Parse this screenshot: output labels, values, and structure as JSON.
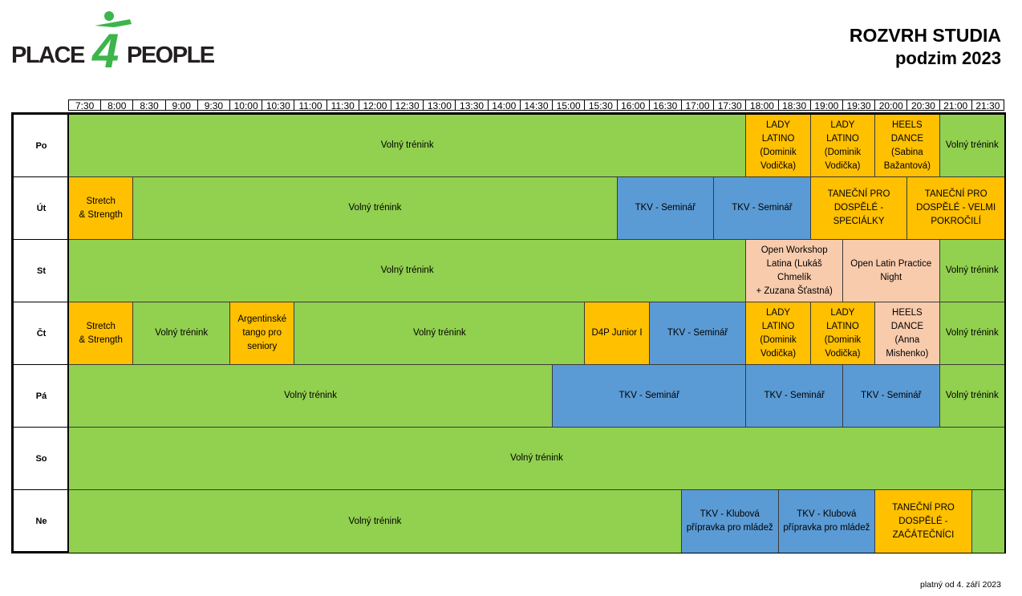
{
  "logo": {
    "text_left": "PLACE",
    "text_digit": "4",
    "text_right": "PEOPLE"
  },
  "header": {
    "title": "ROZVRH STUDIA",
    "subtitle": "podzim 2023"
  },
  "footer": {
    "valid_from": "platný od 4. září 2023"
  },
  "colors": {
    "green": "#92d050",
    "orange": "#ffc000",
    "blue": "#5b9bd5",
    "peach": "#f8cbad"
  },
  "times": [
    "7:30",
    "8:00",
    "8:30",
    "9:00",
    "9:30",
    "10:00",
    "10:30",
    "11:00",
    "11:30",
    "12:00",
    "12:30",
    "13:00",
    "13:30",
    "14:00",
    "14:30",
    "15:00",
    "15:30",
    "16:00",
    "16:30",
    "17:00",
    "17:30",
    "18:00",
    "18:30",
    "19:00",
    "19:30",
    "20:00",
    "20:30",
    "21:00",
    "21:30"
  ],
  "days": [
    {
      "name": "Po",
      "sessions": [
        {
          "label": "Volný trénink",
          "color": "green",
          "start": "7:30",
          "end": "18:00"
        },
        {
          "label": "LADY LATINO\n(Dominik\nVodička)",
          "color": "orange",
          "start": "18:00",
          "end": "19:00"
        },
        {
          "label": "LADY LATINO\n(Dominik\nVodička)",
          "color": "orange",
          "start": "19:00",
          "end": "20:00"
        },
        {
          "label": "HEELS DANCE\n(Sabina\nBažantová)",
          "color": "orange",
          "start": "20:00",
          "end": "21:00"
        },
        {
          "label": "Volný trénink",
          "color": "green",
          "start": "21:00",
          "end": "22:00"
        }
      ]
    },
    {
      "name": "Út",
      "sessions": [
        {
          "label": "Stretch\n& Strength",
          "color": "orange",
          "start": "7:30",
          "end": "8:30"
        },
        {
          "label": "Volný trénink",
          "color": "green",
          "start": "8:30",
          "end": "16:00"
        },
        {
          "label": "TKV - Seminář",
          "color": "blue",
          "start": "16:00",
          "end": "17:30"
        },
        {
          "label": "TKV - Seminář",
          "color": "blue",
          "start": "17:30",
          "end": "19:00"
        },
        {
          "label": "TANEČNÍ PRO\nDOSPĚLÉ - SPECIÁLKY",
          "color": "orange",
          "start": "19:00",
          "end": "20:30"
        },
        {
          "label": "TANEČNÍ PRO\nDOSPĚLÉ - VELMI\nPOKROČILÍ",
          "color": "orange",
          "start": "20:30",
          "end": "22:00"
        }
      ]
    },
    {
      "name": "St",
      "sessions": [
        {
          "label": "Volný trénink",
          "color": "green",
          "start": "7:30",
          "end": "18:00"
        },
        {
          "label": "Open Workshop\nLatina  (Lukáš Chmelík\n+ Zuzana Šťastná)",
          "color": "peach",
          "start": "18:00",
          "end": "19:30"
        },
        {
          "label": "Open Latin Practice\nNight",
          "color": "peach",
          "start": "19:30",
          "end": "21:00"
        },
        {
          "label": "Volný trénink",
          "color": "green",
          "start": "21:00",
          "end": "22:00"
        }
      ]
    },
    {
      "name": "Čt",
      "sessions": [
        {
          "label": "Stretch\n& Strength",
          "color": "orange",
          "start": "7:30",
          "end": "8:30"
        },
        {
          "label": "Volný trénink",
          "color": "green",
          "start": "8:30",
          "end": "10:00"
        },
        {
          "label": "Argentinské\ntango pro\nseniory",
          "color": "orange",
          "start": "10:00",
          "end": "11:00"
        },
        {
          "label": "Volný trénink",
          "color": "green",
          "start": "11:00",
          "end": "15:30"
        },
        {
          "label": "D4P Junior I",
          "color": "orange",
          "start": "15:30",
          "end": "16:30"
        },
        {
          "label": "TKV - Seminář",
          "color": "blue",
          "start": "16:30",
          "end": "18:00"
        },
        {
          "label": "LADY LATINO\n(Dominik\nVodička)",
          "color": "orange",
          "start": "18:00",
          "end": "19:00"
        },
        {
          "label": "LADY LATINO\n(Dominik\nVodička)",
          "color": "orange",
          "start": "19:00",
          "end": "20:00"
        },
        {
          "label": "HEELS DANCE\n(Anna\nMishenko)",
          "color": "peach",
          "start": "20:00",
          "end": "21:00"
        },
        {
          "label": "Volný trénink",
          "color": "green",
          "start": "21:00",
          "end": "22:00"
        }
      ]
    },
    {
      "name": "Pá",
      "sessions": [
        {
          "label": "Volný trénink",
          "color": "green",
          "start": "7:30",
          "end": "15:00"
        },
        {
          "label": "TKV - Seminář",
          "color": "blue",
          "start": "15:00",
          "end": "18:00"
        },
        {
          "label": "TKV - Seminář",
          "color": "blue",
          "start": "18:00",
          "end": "19:30"
        },
        {
          "label": "TKV - Seminář",
          "color": "blue",
          "start": "19:30",
          "end": "21:00"
        },
        {
          "label": "Volný trénink",
          "color": "green",
          "start": "21:00",
          "end": "22:00"
        }
      ]
    },
    {
      "name": "So",
      "sessions": [
        {
          "label": "Volný trénink",
          "color": "green",
          "start": "7:30",
          "end": "22:00"
        }
      ]
    },
    {
      "name": "Ne",
      "sessions": [
        {
          "label": "Volný trénink",
          "color": "green",
          "start": "7:30",
          "end": "17:00"
        },
        {
          "label": "TKV - Klubová\npřípravka pro mládež",
          "color": "blue",
          "start": "17:00",
          "end": "18:30"
        },
        {
          "label": "TKV - Klubová\npřípravka pro mládež",
          "color": "blue",
          "start": "18:30",
          "end": "20:00"
        },
        {
          "label": "TANEČNÍ PRO\nDOSPĚLÉ -\nZAČÁTEČNÍCI",
          "color": "orange",
          "start": "20:00",
          "end": "21:30"
        },
        {
          "label": "",
          "color": "green",
          "start": "21:30",
          "end": "22:00"
        }
      ]
    }
  ]
}
